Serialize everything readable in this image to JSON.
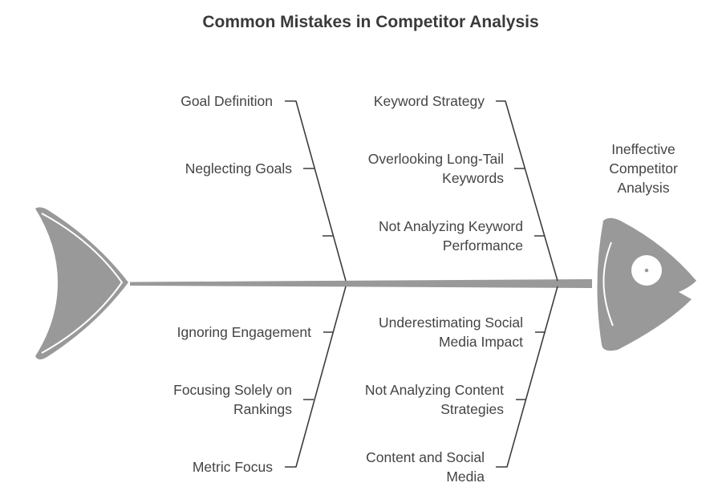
{
  "title": "Common Mistakes in Competitor Analysis",
  "effect": [
    "Ineffective",
    "Competitor",
    "Analysis"
  ],
  "categories": {
    "top_left": {
      "label": "Goal Definition",
      "causes": [
        [
          "Neglecting Goals"
        ]
      ]
    },
    "top_right": {
      "label": "Keyword Strategy",
      "causes": [
        [
          "Overlooking Long-Tail",
          "Keywords"
        ],
        [
          "Not Analyzing Keyword",
          "Performance"
        ]
      ]
    },
    "bottom_left": {
      "label": "Metric Focus",
      "causes": [
        [
          "Ignoring Engagement"
        ],
        [
          "Focusing Solely on",
          "Rankings"
        ]
      ]
    },
    "bottom_right": {
      "label": "Content and Social",
      "label2": "Media",
      "causes": [
        [
          "Underestimating Social",
          "Media Impact"
        ],
        [
          "Not Analyzing Content",
          "Strategies"
        ]
      ]
    }
  },
  "colors": {
    "fish": "#999999",
    "line": "#3d3d3d",
    "text": "#444444"
  }
}
